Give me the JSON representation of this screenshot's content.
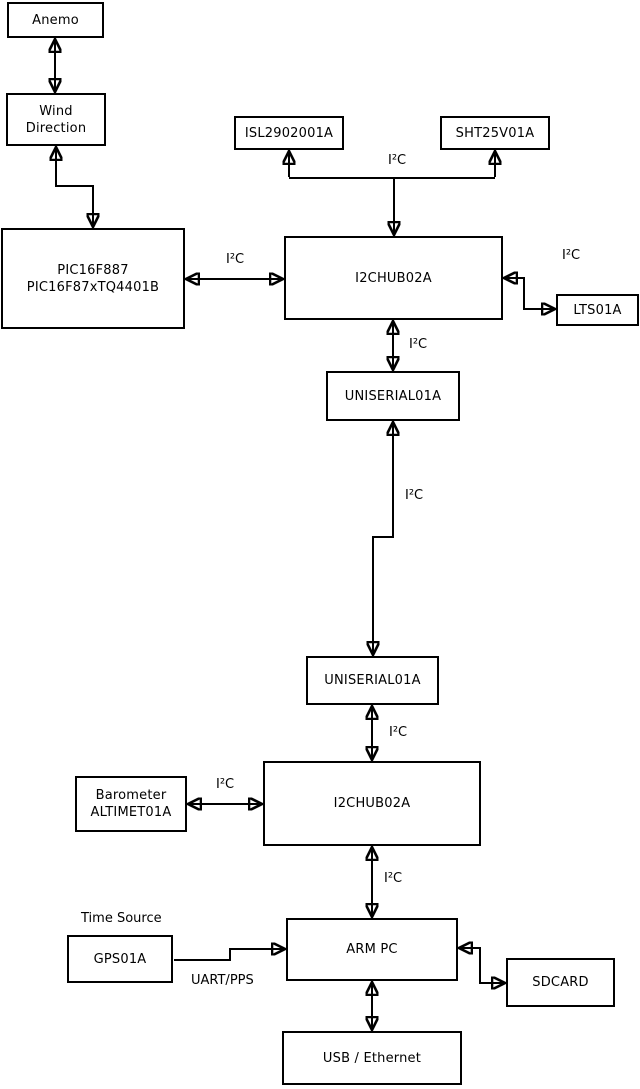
{
  "colors": {
    "ink": "#000000",
    "background": "#ffffff"
  },
  "nodes": {
    "anemo": {
      "label": "Anemo"
    },
    "wind_direction": {
      "label": "Wind\nDirection"
    },
    "pic": {
      "label": "PIC16F887\nPIC16F87xTQ4401B"
    },
    "isl2902001a": {
      "label": "ISL2902001A"
    },
    "sht25v01a": {
      "label": "SHT25V01A"
    },
    "i2chub_upper": {
      "label": "I2CHUB02A"
    },
    "lts01a": {
      "label": "LTS01A"
    },
    "uniserial_upper": {
      "label": "UNISERIAL01A"
    },
    "uniserial_lower": {
      "label": "UNISERIAL01A"
    },
    "i2chub_lower": {
      "label": "I2CHUB02A"
    },
    "barometer": {
      "label": "Barometer\nALTIMET01A"
    },
    "gps01a": {
      "label": "GPS01A"
    },
    "arm_pc": {
      "label": "ARM PC"
    },
    "sdcard": {
      "label": "SDCARD"
    },
    "usb_ethernet": {
      "label": "USB / Ethernet"
    }
  },
  "edge_labels": {
    "pic_hub": "I²C",
    "hub_sensors": "I²C",
    "hub_lts": "I²C",
    "hub_uniserial_upper": "I²C",
    "uniserial_link": "I²C",
    "uniserial_hub_lower": "I²C",
    "barometer_hub": "I²C",
    "hub_armpc": "I²C",
    "gps_armpc": "UART/PPS"
  },
  "annotations": {
    "time_source": "Time Source"
  }
}
